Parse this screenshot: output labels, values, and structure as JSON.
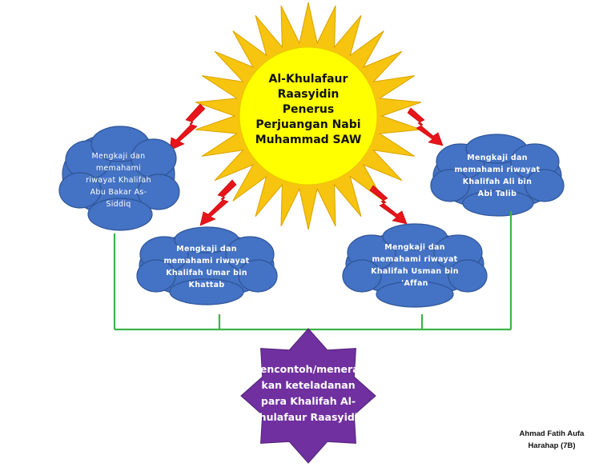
{
  "sun": {
    "lines": [
      "Al-Khulafaur",
      "Raasyidin",
      "Penerus",
      "Perjuangan Nabi",
      "Muhammad SAW"
    ],
    "fill": "#ffff00",
    "ray_color": "#f7c40f"
  },
  "clouds": [
    {
      "id": "abu-bakar",
      "lines": [
        "Mengkaji dan",
        "memahami",
        "riwayat Khalifah",
        "Abu Bakar As-",
        "Siddiq"
      ]
    },
    {
      "id": "umar",
      "lines": [
        "Mengkaji dan",
        "memahami riwayat",
        "Khalifah Umar bin",
        "Khattab"
      ]
    },
    {
      "id": "usman",
      "lines": [
        "Mengkaji dan",
        "memahami riwayat",
        "Khalifah Usman bin",
        "'Affan"
      ]
    },
    {
      "id": "ali",
      "lines": [
        "Mengkaji dan",
        "memahami riwayat",
        "Khalifah Ali bin",
        "Abi Talib"
      ]
    }
  ],
  "star": {
    "lines": [
      "Mencontoh/menerap",
      "kan keteladanan",
      "para Khalifah Al-",
      "Khulafaur Raasyidin"
    ],
    "fill": "#7030a0"
  },
  "author": {
    "lines": [
      "Ahmad Fatih Aufa",
      "Harahap (7B)"
    ]
  },
  "colors": {
    "cloud": "#4472c4",
    "cloud_outline": "#2f5597",
    "connector": "#3cb44b",
    "lightning": "#e8141b"
  }
}
